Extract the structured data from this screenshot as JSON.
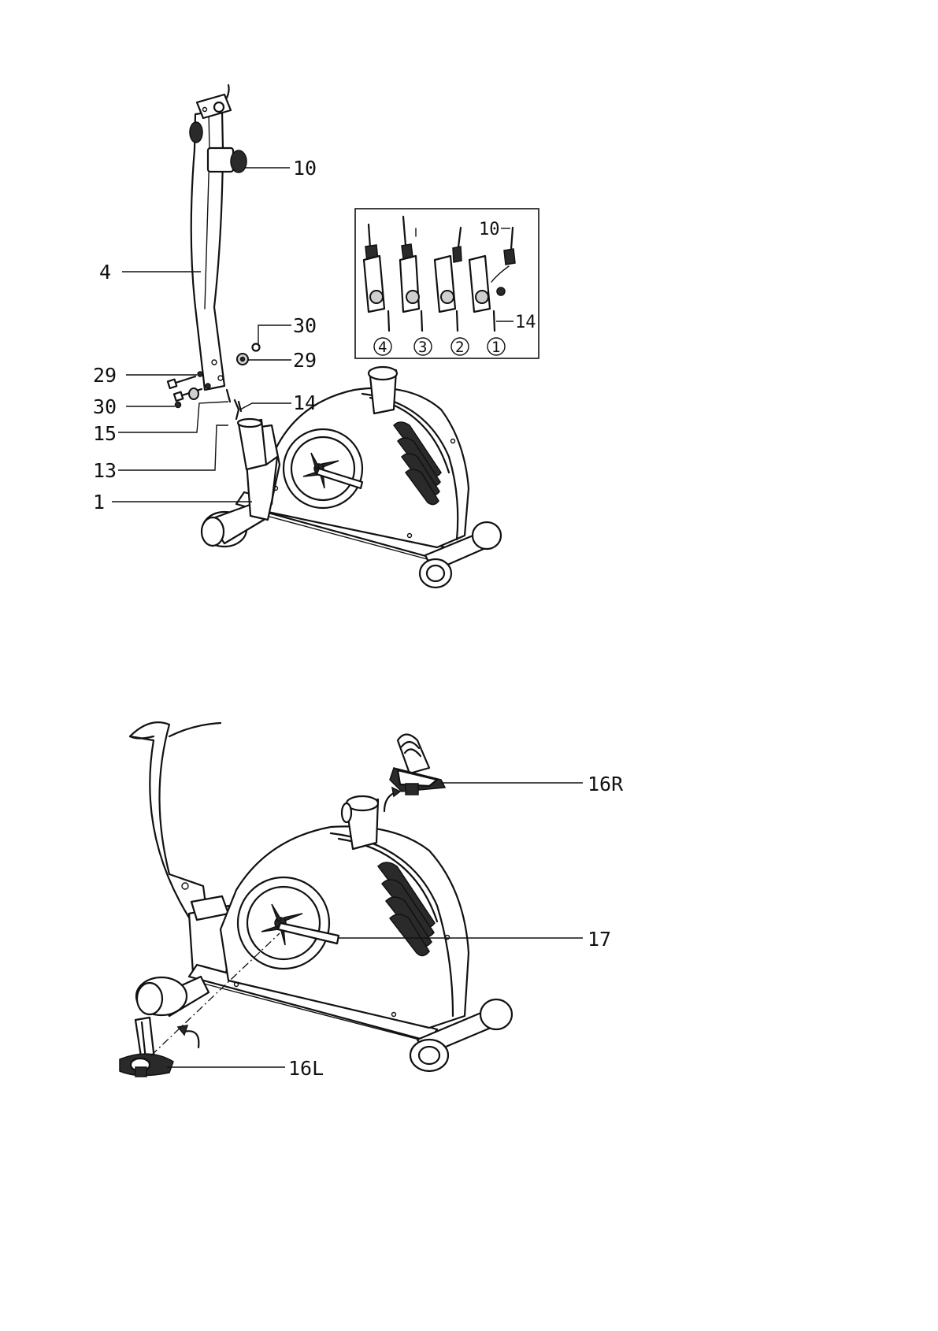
{
  "figure_top": {
    "labels": [
      "10",
      "4",
      "30",
      "29",
      "29",
      "30",
      "14",
      "15",
      "13",
      "1"
    ],
    "inset": {
      "top_label": "10",
      "side_label": "14",
      "steps": [
        "4",
        "3",
        "2",
        "1"
      ]
    }
  },
  "figure_bottom": {
    "labels": [
      "16R",
      "17",
      "16L"
    ]
  },
  "colors": {
    "ink": "#111111",
    "background": "#ffffff",
    "shade": "#cfcfcf"
  },
  "icons": [
    "rotation-arrow-icon",
    "wire-connector-icon"
  ]
}
